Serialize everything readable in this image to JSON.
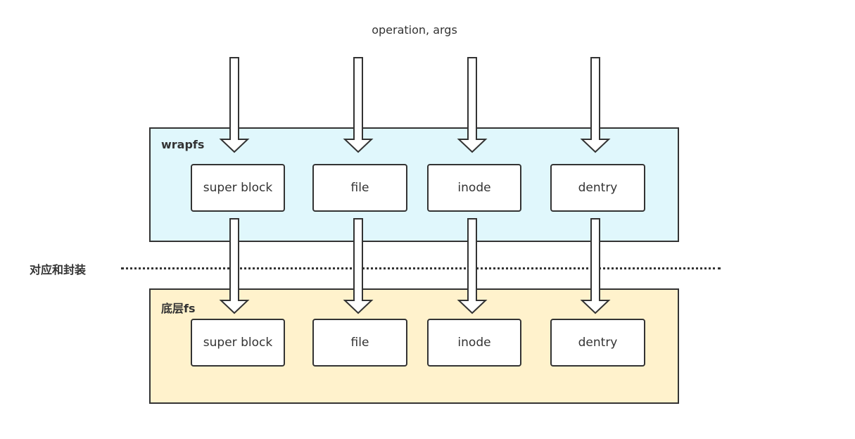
{
  "input_label": "operation, args",
  "layers": [
    {
      "title": "wrapfs",
      "fill": "#e0f7fc",
      "nodes": [
        "super block",
        "file",
        "inode",
        "dentry"
      ]
    },
    {
      "title": "底层fs",
      "fill": "#fff2cc",
      "nodes": [
        "super block",
        "file",
        "inode",
        "dentry"
      ]
    }
  ],
  "divider": {
    "label": "对应和封装"
  },
  "colors": {
    "stroke": "#333333",
    "background": "#ffffff"
  }
}
